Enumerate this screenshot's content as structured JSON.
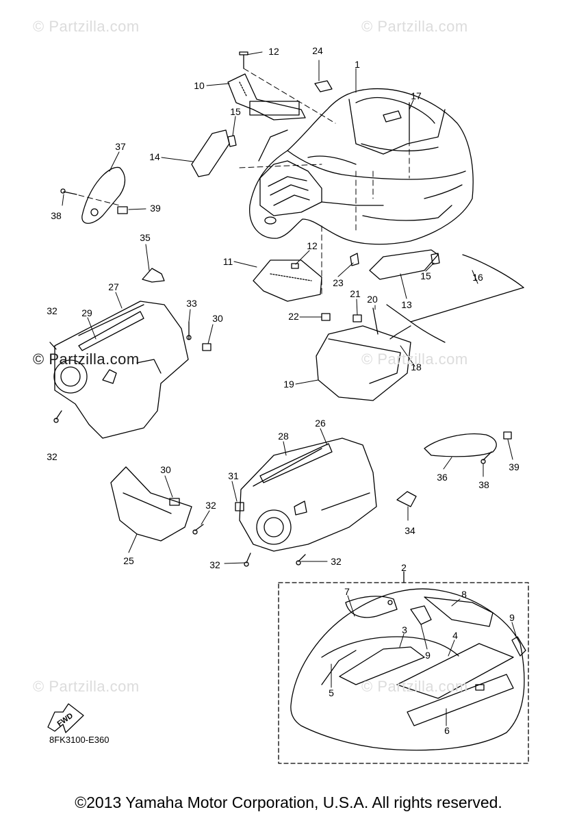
{
  "watermarks": {
    "top_left": "© Partzilla.com",
    "top_right": "© Partzilla.com",
    "mid_left": "© Partzilla.com",
    "mid_right": "© Partzilla.com",
    "low_left": "© Partzilla.com",
    "low_right": "© Partzilla.com"
  },
  "fwd_label": "FWD",
  "diagram_code": "8FK3100-E360",
  "copyright": "©2013 Yamaha Motor Corporation, U.S.A. All rights reserved.",
  "callouts": {
    "c1": "1",
    "c2": "2",
    "c3": "3",
    "c4": "4",
    "c5": "5",
    "c6": "6",
    "c7": "7",
    "c8": "8",
    "c9a": "9",
    "c9b": "9",
    "c10": "10",
    "c11": "11",
    "c12a": "12",
    "c12b": "12",
    "c13": "13",
    "c14": "14",
    "c15a": "15",
    "c15b": "15",
    "c16": "16",
    "c17": "17",
    "c18": "18",
    "c19": "19",
    "c20": "20",
    "c21": "21",
    "c22": "22",
    "c23": "23",
    "c24": "24",
    "c25": "25",
    "c26": "26",
    "c27": "27",
    "c28": "28",
    "c29": "29",
    "c30a": "30",
    "c30b": "30",
    "c31": "31",
    "c32a": "32",
    "c32b": "32",
    "c32c": "32",
    "c32d": "32",
    "c32e": "32",
    "c33": "33",
    "c34": "34",
    "c35": "35",
    "c36": "36",
    "c37": "37",
    "c38a": "38",
    "c38b": "38",
    "c39a": "39",
    "c39b": "39"
  }
}
